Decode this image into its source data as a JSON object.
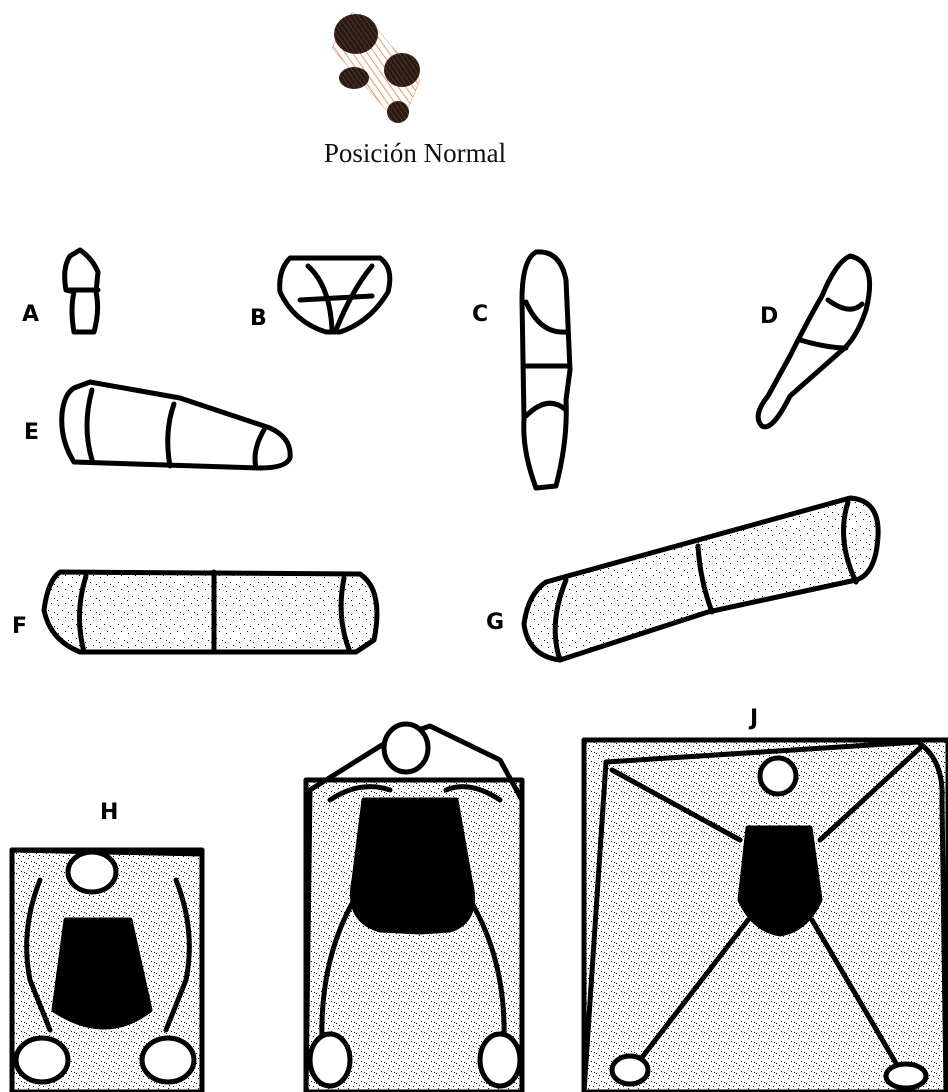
{
  "diagram": {
    "caption": "Posición Normal",
    "labels": {
      "a": "A",
      "b": "B",
      "c": "C",
      "d": "D",
      "e": "E",
      "f": "F",
      "g": "G",
      "h": "H",
      "j": "J"
    }
  },
  "icons": {
    "footprints": "footprints-icon"
  },
  "colors": {
    "ink": "#000000",
    "footprint_fill": "#3b2418",
    "footprint_hatch": "#e07a3a",
    "speckle": "#ffffff"
  }
}
